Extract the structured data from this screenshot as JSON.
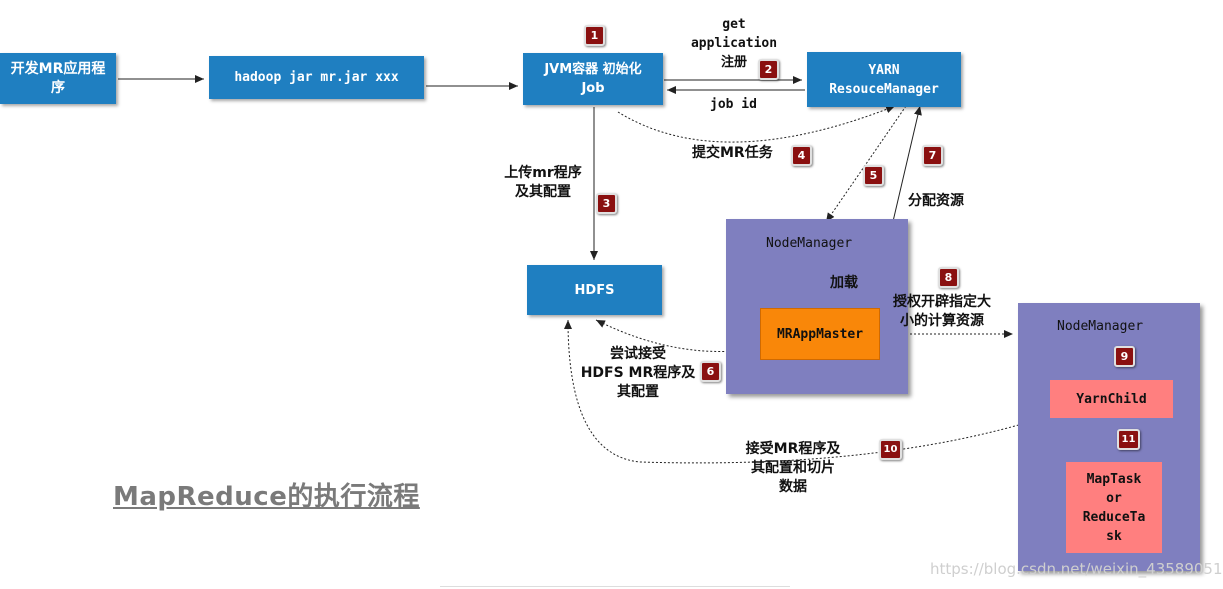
{
  "boxes": {
    "dev_app": "开发MR应用程序",
    "hadoop_cmd": "hadoop jar mr.jar xxx",
    "jvm": "JVM容器 初始化Job",
    "yarn": "YARN\nResouceManager",
    "hdfs": "HDFS",
    "nm1_title": "NodeManager",
    "mrappmaster": "MRAppMaster",
    "nm2_title": "NodeManager",
    "yarnchild": "YarnChild",
    "task": "MapTask\nor\nReduceTa\nsk"
  },
  "labels": {
    "get_app": "get\napplication\n注册",
    "job_id": "job id",
    "submit": "提交MR任务",
    "upload": "上传mr程序\n及其配置",
    "allocate": "分配资源",
    "load": "加载",
    "authorize": "授权开辟指定大\n小的计算资源",
    "try_receive": "尝试接受\nHDFS MR程序及\n其配置",
    "receive": "接受MR程序及\n其配置和切片\n数据"
  },
  "badges": [
    "1",
    "2",
    "3",
    "4",
    "5",
    "6",
    "7",
    "8",
    "9",
    "10",
    "11"
  ],
  "title": "MapReduce的执行流程",
  "watermark": "https://blog.csdn.net/weixin_43589051",
  "colors": {
    "box_blue": "#1f7fc1",
    "panel_purple": "#7f7fbf",
    "appmaster_orange": "#f98709",
    "yarnchild_pink": "#ff7f7f",
    "badge_red": "#8a1010"
  }
}
